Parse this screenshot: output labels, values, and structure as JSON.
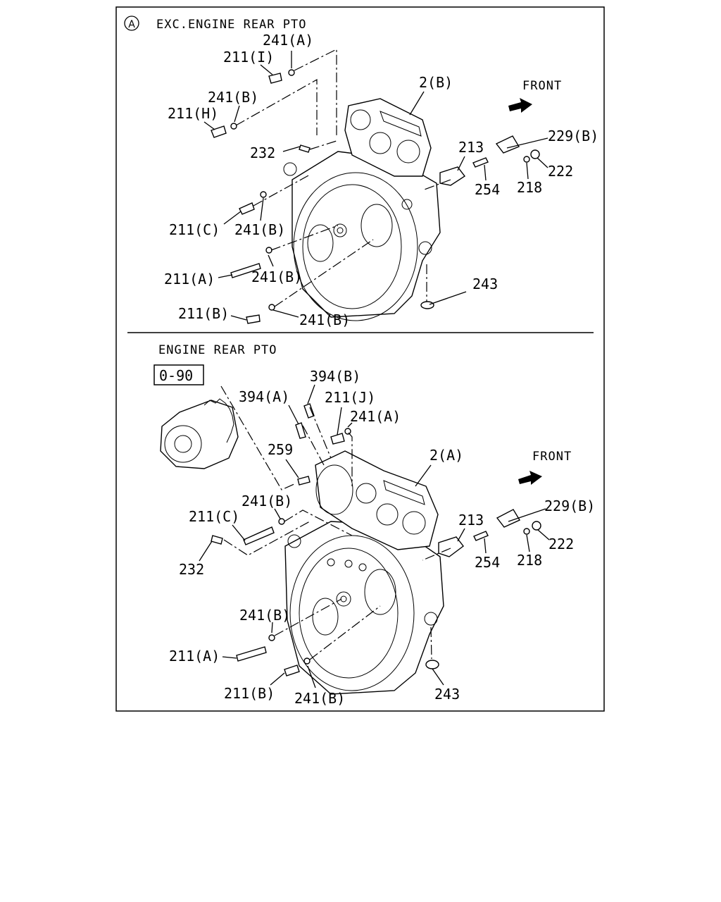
{
  "section_marker": "A",
  "top_view": {
    "title": "EXC.ENGINE REAR PTO",
    "front": "FRONT",
    "callouts": {
      "c241A": "241(A)",
      "c211I": "211(I)",
      "c241B_1": "241(B)",
      "c211H": "211(H)",
      "c232": "232",
      "c2B": "2(B)",
      "c213": "213",
      "c229B": "229(B)",
      "c222": "222",
      "c254": "254",
      "c218": "218",
      "c211C": "211(C)",
      "c241B_2": "241(B)",
      "c211A": "211(A)",
      "c241B_3": "241(B)",
      "c243": "243",
      "c211B": "211(B)",
      "c241B_4": "241(B)"
    }
  },
  "bottom_view": {
    "title": "ENGINE REAR PTO",
    "ref_box": "0-90",
    "front": "FRONT",
    "callouts": {
      "c394B": "394(B)",
      "c394A": "394(A)",
      "c211J": "211(J)",
      "c241A": "241(A)",
      "c259": "259",
      "c2A": "2(A)",
      "c241B_1": "241(B)",
      "c211C": "211(C)",
      "c232": "232",
      "c213": "213",
      "c229B": "229(B)",
      "c222": "222",
      "c254": "254",
      "c218": "218",
      "c241B_2": "241(B)",
      "c211A": "211(A)",
      "c211B": "211(B)",
      "c241B_3": "241(B)",
      "c243": "243"
    }
  }
}
